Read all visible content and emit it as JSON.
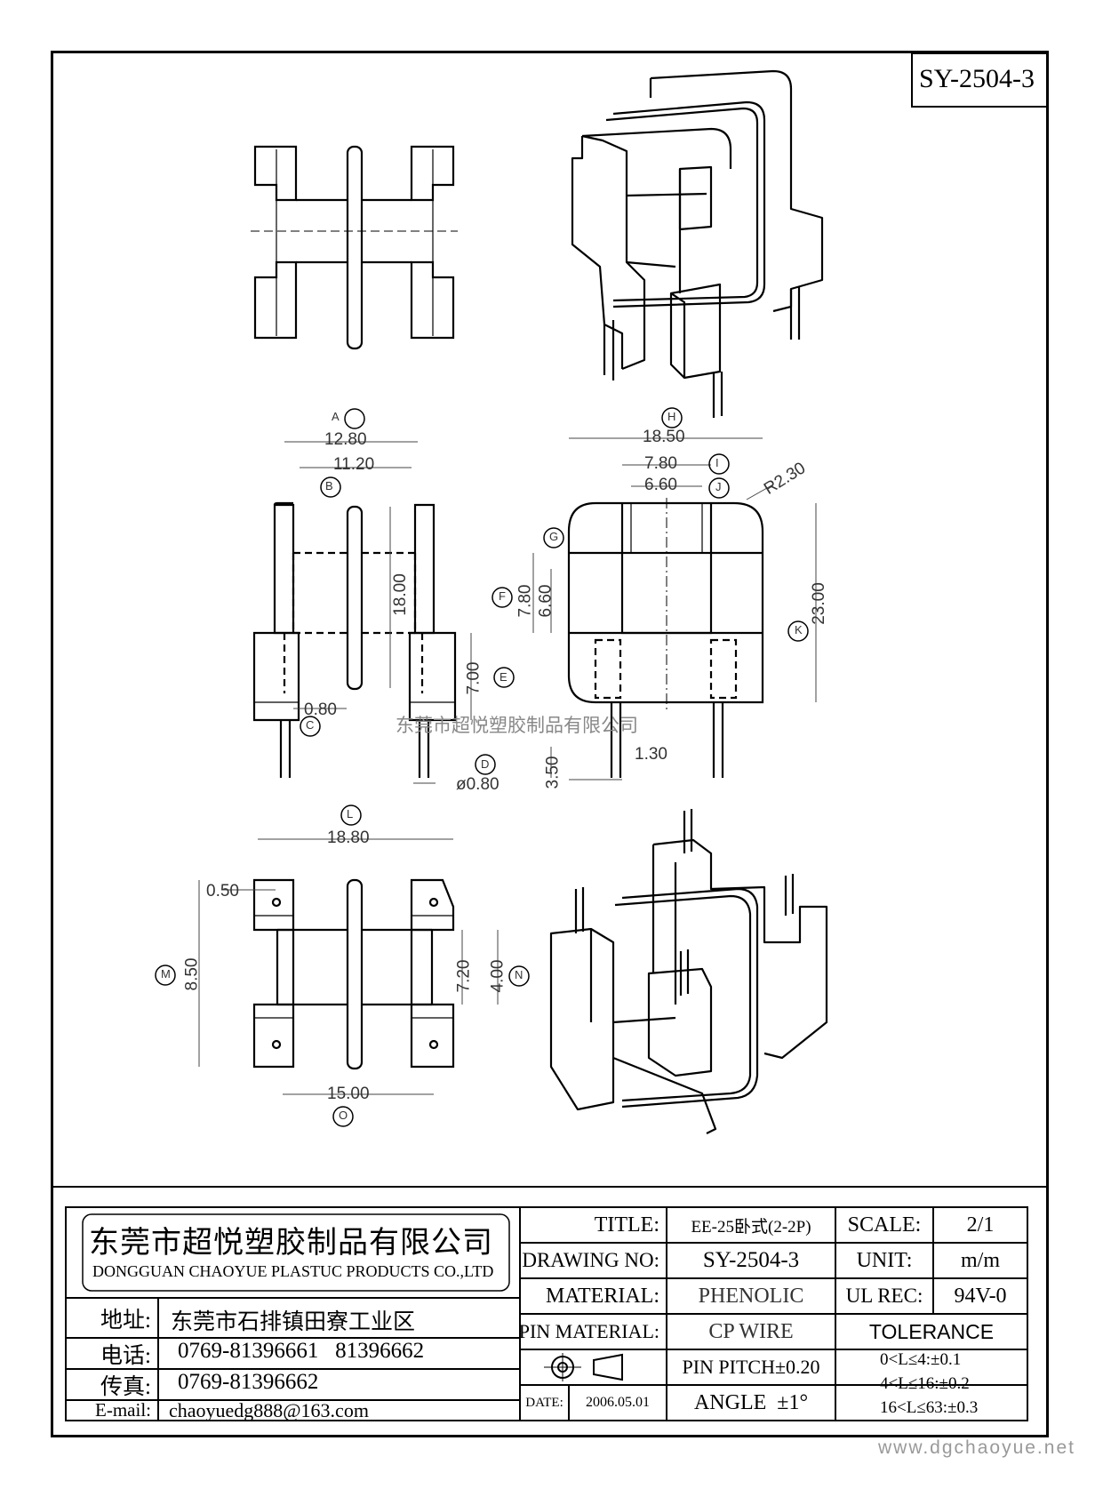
{
  "part_number": "SY-2504-3",
  "watermark_company": "东莞市超悦塑胶制品有限公司",
  "watermark_url": "www.dgchaoyue.net",
  "dimensions": {
    "A": {
      "mark": "A",
      "value": "12.80"
    },
    "B": {
      "mark": "B",
      "value": "11.20"
    },
    "C": {
      "mark": "C",
      "value": "0.80"
    },
    "D": {
      "mark": "D",
      "value": "ø0.80"
    },
    "E": {
      "mark": "E",
      "value": "7.00"
    },
    "F": {
      "mark": "F",
      "value": "7.80"
    },
    "G": {
      "mark": "G",
      "value": "6.60"
    },
    "H": {
      "mark": "H",
      "value": "18.50"
    },
    "I": {
      "mark": "I",
      "value": "7.80"
    },
    "J": {
      "mark": "J",
      "value": "6.60"
    },
    "K": {
      "mark": "K",
      "value": "23.00"
    },
    "L": {
      "mark": "L",
      "value": "18.80"
    },
    "M": {
      "mark": "M",
      "value": "8.50"
    },
    "N": {
      "mark": "N",
      "value": "4.00"
    },
    "O": {
      "mark": "O",
      "value": "15.00"
    },
    "height_18": "18.00",
    "pin_3_50": "3.50",
    "pin_1_30": "1.30",
    "radius": "R2.30",
    "offset_0_50": "0.50",
    "inner_7_20": "7.20"
  },
  "company": {
    "name_cn": "东莞市超悦塑胶制品有限公司",
    "name_en": "DONGGUAN CHAOYUE PLASTUC PRODUCTS CO.,LTD"
  },
  "contact": {
    "address_label": "地址:",
    "address": "东莞市石排镇田寮工业区",
    "phone_label": "电话:",
    "phone": "0769-81396661   81396662",
    "fax_label": "传真:",
    "fax": "0769-81396662",
    "email_label": "E-mail:",
    "email": "chaoyuedg888@163.com"
  },
  "title_block": {
    "title_label": "TITLE:",
    "title": "EE-25卧式(2-2P)",
    "drawing_no_label": "DRAWING NO:",
    "drawing_no": "SY-2504-3",
    "material_label": "MATERIAL:",
    "material": "PHENOLIC",
    "pin_material_label": "PIN MATERIAL:",
    "pin_material": "CP WIRE",
    "pin_pitch": "PIN PITCH±0.20",
    "angle": "ANGLE  ±1°",
    "date_label": "DATE:",
    "date": "2006.05.01",
    "scale_label": "SCALE:",
    "scale": "2/1",
    "unit_label": "UNIT:",
    "unit": "m/m",
    "ul_rec_label": "UL REC:",
    "ul_rec": "94V-0",
    "tolerance_label": "TOLERANCE",
    "tolerances": [
      "0<L≤4:±0.1",
      "4<L≤16:±0.2",
      "16<L≤63:±0.3"
    ]
  }
}
